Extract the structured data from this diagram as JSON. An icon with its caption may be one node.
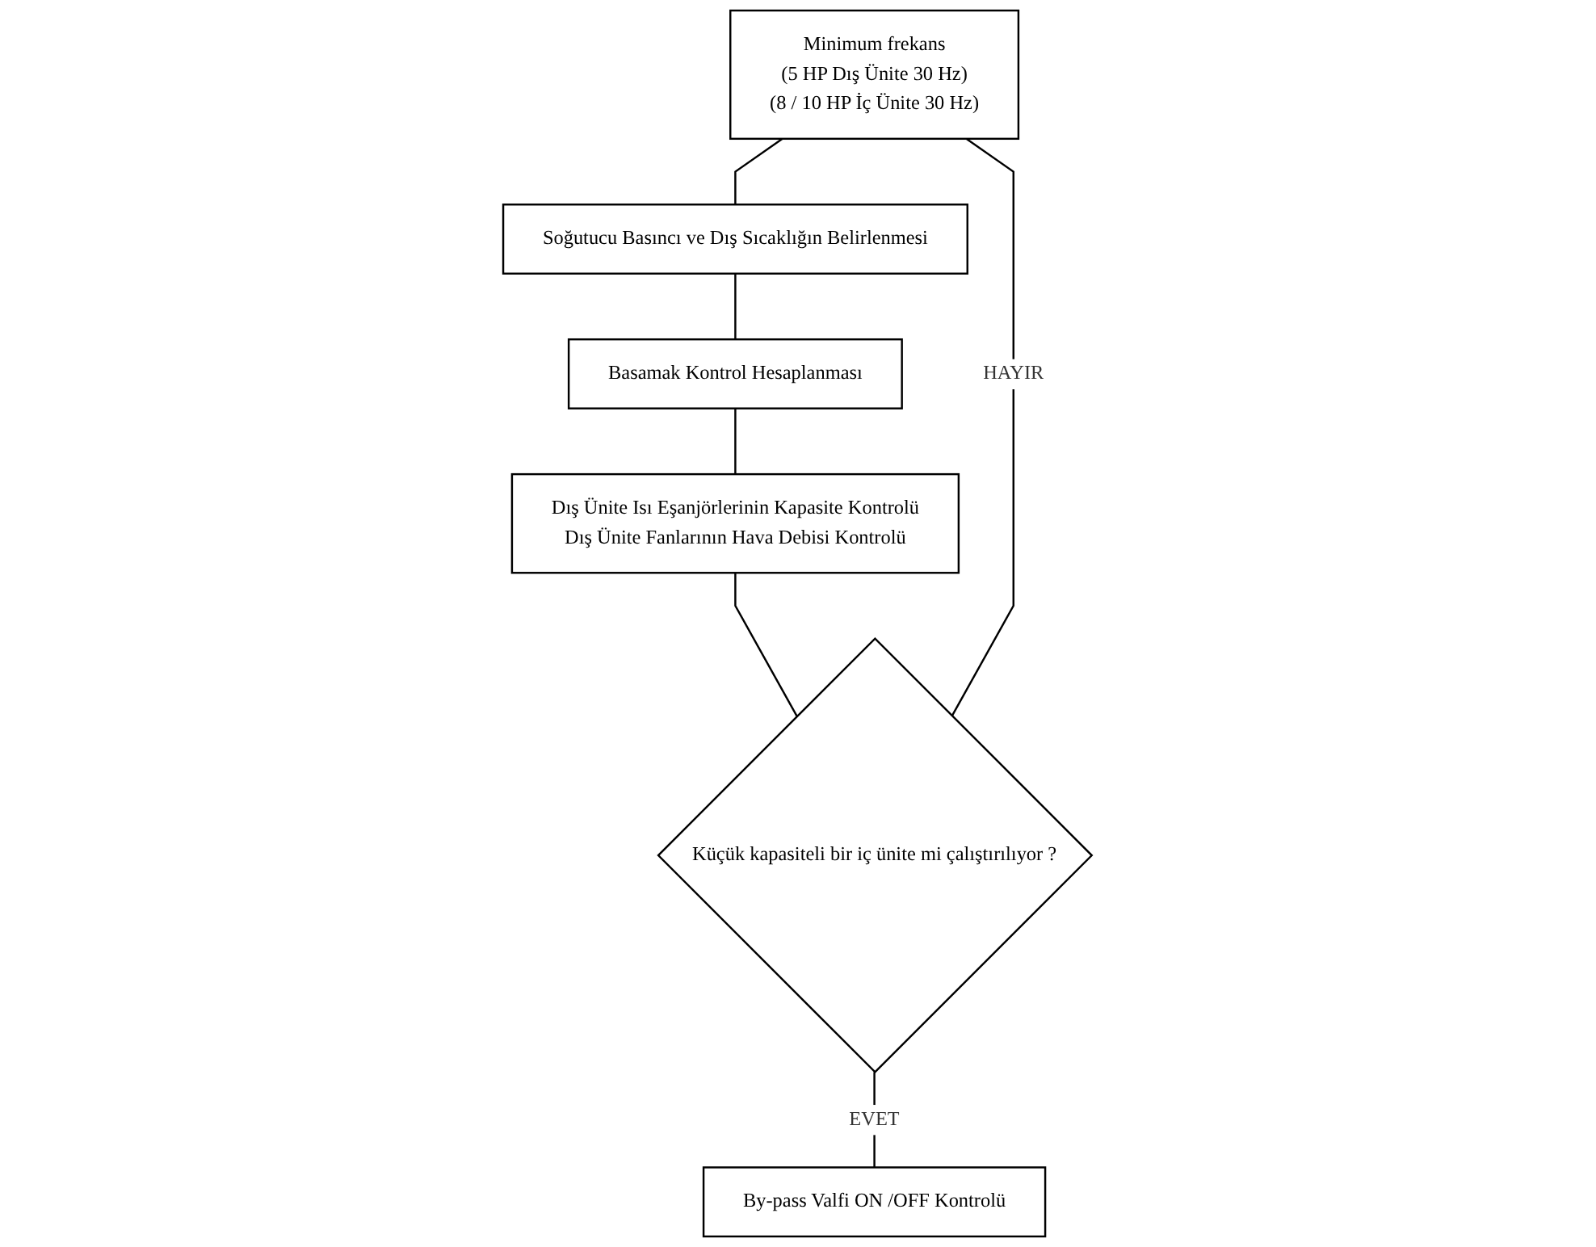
{
  "diagram": {
    "nodes": [
      {
        "text": [
          "Minimum frekans",
          "(5 HP Dış Ünite 30 Hz)",
          "(8 / 10 HP İç Ünite 30 Hz)"
        ]
      },
      {
        "text": [
          "Soğutucu Basıncı ve Dış Sıcaklığın Belirlenmesi"
        ]
      },
      {
        "text": [
          "Basamak Kontrol Hesaplanması"
        ]
      },
      {
        "text": [
          "Dış Ünite Isı Eşanjörlerinin Kapasite Kontrolü",
          "Dış Ünite Fanlarının Hava Debisi Kontrolü"
        ]
      },
      {
        "text": [
          "Küçük kapasiteli bir iç ünite mi çalıştırılıyor ?"
        ]
      },
      {
        "text": [
          "By-pass Valfi ON /OFF Kontrolü"
        ]
      }
    ],
    "edges": [
      {
        "from": 0,
        "to": 1,
        "arrow": "none"
      },
      {
        "from": 1,
        "to": 2,
        "arrow": "none"
      },
      {
        "from": 2,
        "to": 3,
        "arrow": "none"
      },
      {
        "from": 3,
        "to": 4,
        "arrow": "none"
      },
      {
        "from": 4,
        "to": 0,
        "label": "HAYIR",
        "arrow": "none"
      },
      {
        "from": 4,
        "to": 5,
        "label": "EVET",
        "arrow": "none"
      }
    ]
  }
}
